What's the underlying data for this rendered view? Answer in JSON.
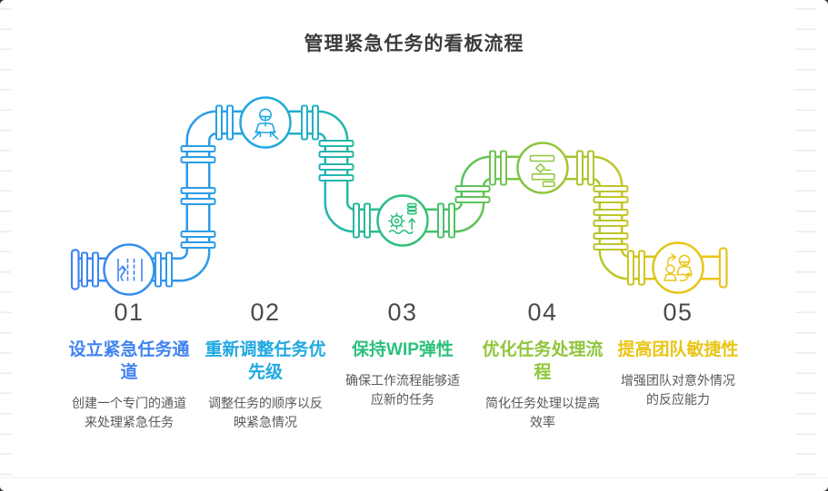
{
  "page": {
    "title": "管理紧急任务的看板流程"
  },
  "colors": {
    "background": "#ffffff",
    "title_text": "#3c3c3c",
    "number_text": "#4b4b4b",
    "description_text": "#585858",
    "pipe_gradient": [
      "#3F83F1",
      "#21A9E1",
      "#2CC07C",
      "#90C63C",
      "#E9C517"
    ]
  },
  "steps": [
    {
      "number": "01",
      "title": "设立紧急任务通道",
      "description": "创建一个专门的通道来处理紧急任务",
      "color": "#3F83F1",
      "icon": "fast-lane-icon"
    },
    {
      "number": "02",
      "title": "重新调整任务优先级",
      "description": "调整任务的顺序以反映紧急情况",
      "color": "#21A9E1",
      "icon": "assign-person-icon"
    },
    {
      "number": "03",
      "title": "保持WIP弹性",
      "description": "确保工作流程能够适应新的任务",
      "color": "#2CC07C",
      "icon": "gear-waves-database-icon"
    },
    {
      "number": "04",
      "title": "优化任务处理流程",
      "description": "简化任务处理以提高效率",
      "color": "#90C63C",
      "icon": "workflow-diagram-icon"
    },
    {
      "number": "05",
      "title": "提高团队敏捷性",
      "description": "增强团队对意外情况的反应能力",
      "color": "#E9C517",
      "icon": "team-rotation-icon"
    }
  ]
}
